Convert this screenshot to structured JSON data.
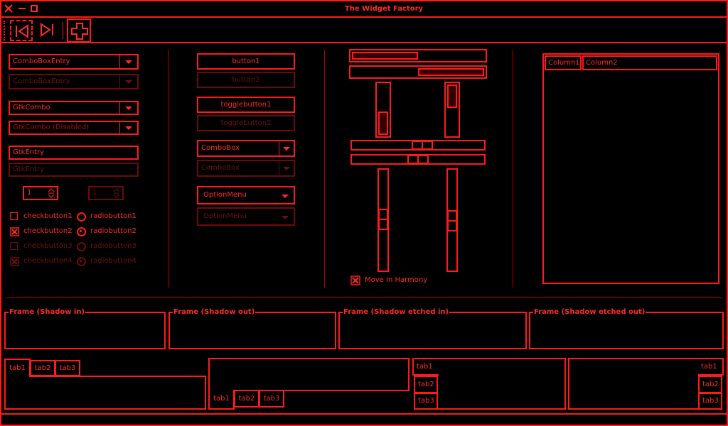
{
  "window": {
    "title": "The Widget Factory"
  },
  "titlebar": {
    "close_icon": "close-icon",
    "minimize_icon": "minimize-icon",
    "maximize_icon": "maximize-icon"
  },
  "toolbar": {
    "items": [
      "first-icon",
      "last-icon",
      "add-icon"
    ]
  },
  "col1": {
    "combo_entry": "ComboBoxEntry",
    "combo_entry_disabled": "ComboBoxEntry",
    "gtk_combo": "GtkCombo",
    "gtk_combo_disabled": "GtkCombo (Disabled)",
    "entry": "GtkEntry",
    "entry_disabled": "GtkEntry",
    "spin1": "1",
    "spin2": "1",
    "check1": "checkbutton1",
    "check2": "checkbutton2",
    "check3": "checkbutton3",
    "check4": "checkbutton4",
    "radio1": "radiobutton1",
    "radio2": "radiobutton2",
    "radio3": "radiobutton3",
    "radio4": "radiobutton4"
  },
  "col2": {
    "button1": "button1",
    "button2": "button2",
    "toggle1": "togglebutton1",
    "toggle2": "togglebutton2",
    "combobox": "ComboBox",
    "combobox_disabled": "ComboBox",
    "optionmenu": "OptionMenu",
    "optionmenu_disabled": "OptionMenu"
  },
  "col3": {
    "move_in_harmony": "Move In Harmony"
  },
  "treeview": {
    "columns": [
      "Column1",
      "Column2"
    ]
  },
  "frames": [
    "Frame (Shadow in)",
    "Frame (Shadow out)",
    "Frame (Shadow etched in)",
    "Frame (Shadow etched out)"
  ],
  "notebooks": {
    "tabs": [
      "tab1",
      "tab2",
      "tab3"
    ]
  }
}
